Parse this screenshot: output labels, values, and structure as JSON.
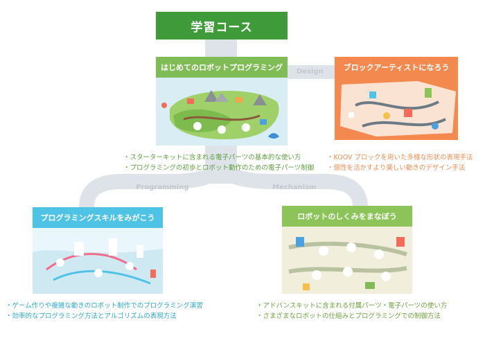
{
  "title": "学習コース",
  "connector_labels": {
    "design": "Design",
    "programming": "Programming",
    "mechanism": "Mechanism"
  },
  "cards": {
    "intro": {
      "label": "はじめてのロボットプログラミング",
      "color": "#7fbc55",
      "bullets": [
        "スターターキットに含まれる電子パーツの基本的な使い方",
        "プログラミングの初歩とロボット動作のための電子パーツ制御"
      ]
    },
    "block_artist": {
      "label": "ブロックアーティストになろう",
      "color": "#f4894f",
      "bullets": [
        "KOOV ブロックを用いた多様な形状の表現手法",
        "個性を活かすより楽しい動きのデザイン手法"
      ]
    },
    "programming_skill": {
      "label": "プログラミングスキルをみがこう",
      "color": "#4fc3e6",
      "bullets": [
        "ゲーム作りや複雑な動きのロボット制作でのプログラミング演習",
        "効率的なプログラミング方法とアルゴリズムの表現方法"
      ]
    },
    "robot_mechanism": {
      "label": "ロボットのしくみをまなぼう",
      "color": "#8cc45a",
      "bullets": [
        "アドバンスキットに含まれる付属パーツ・電子パーツの使い方",
        "さまざまなロボットの仕組みとプログラミングでの制御方法"
      ]
    }
  }
}
